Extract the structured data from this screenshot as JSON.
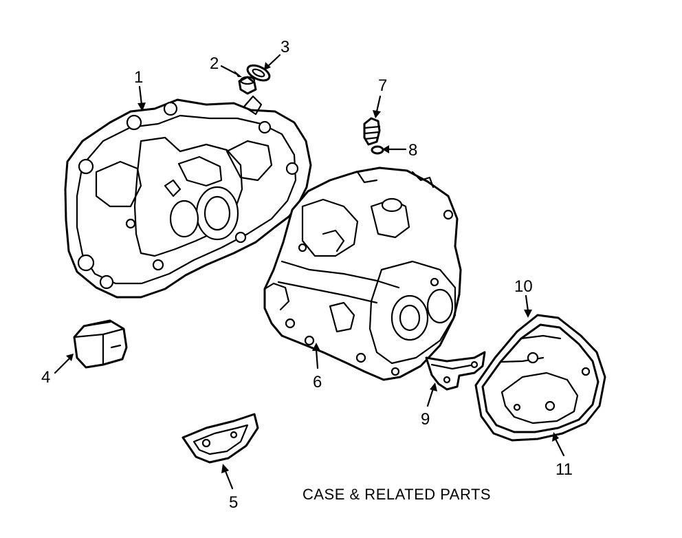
{
  "caption": "CASE & RELATED PARTS",
  "callouts": {
    "c1": "1",
    "c2": "2",
    "c3": "3",
    "c4": "4",
    "c5": "5",
    "c6": "6",
    "c7": "7",
    "c8": "8",
    "c9": "9",
    "c10": "10",
    "c11": "11"
  }
}
